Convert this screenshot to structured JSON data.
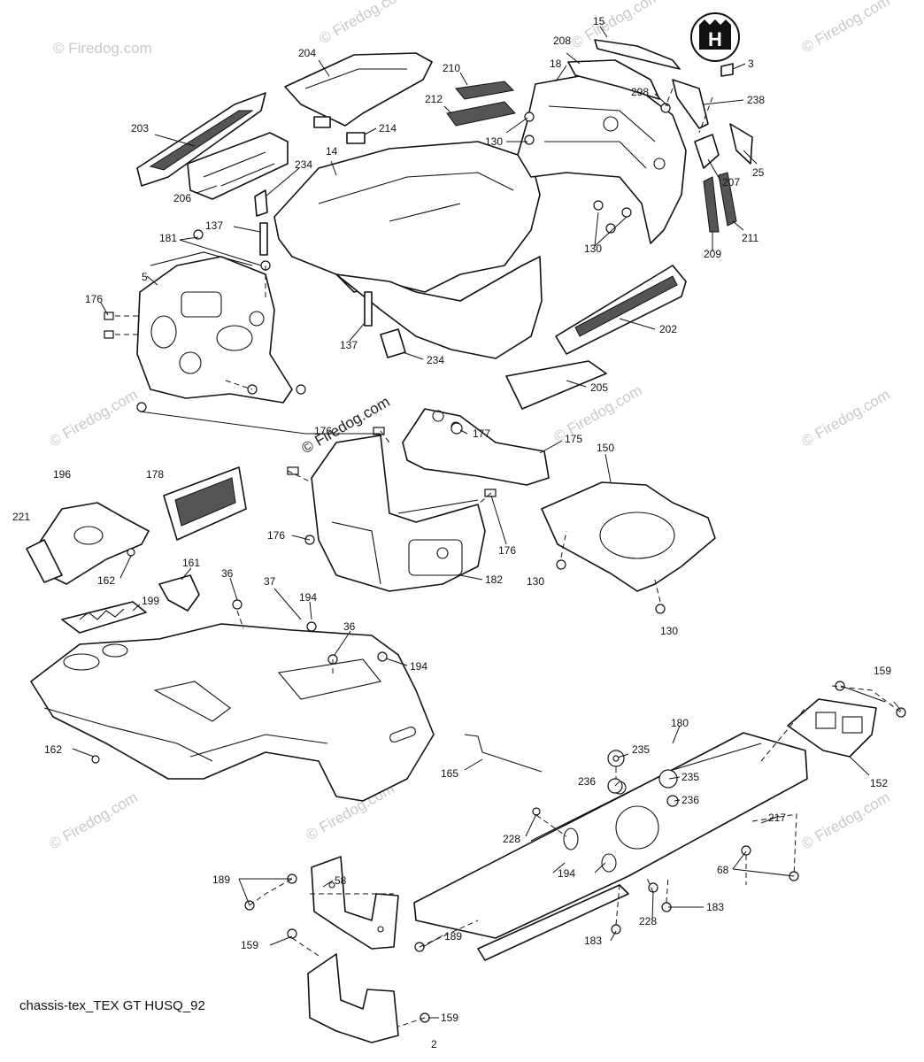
{
  "watermark": {
    "text": "© Firedog.com",
    "center_text": "© Firedog.com"
  },
  "caption": "chassis-tex_TEX GT HUSQ_92",
  "logo_letter": "H",
  "callouts": {
    "c15": "15",
    "c208": "208",
    "c3": "3",
    "c204": "204",
    "c210": "210",
    "c18": "18",
    "c212": "212",
    "c298": "298",
    "c238": "238",
    "c203": "203",
    "c214": "214",
    "c130a": "130",
    "c14": "14",
    "c234a": "234",
    "c206": "206",
    "c207": "207",
    "c25": "25",
    "c137a": "137",
    "c181": "181",
    "c130b": "130",
    "c209": "209",
    "c211": "211",
    "c5": "5",
    "c176a": "176",
    "c202": "202",
    "c137b": "137",
    "c234b": "234",
    "c205": "205",
    "c176b": "176",
    "c177": "177",
    "c175": "175",
    "c150": "150",
    "c196": "196",
    "c178": "178",
    "c221": "221",
    "c176c": "176",
    "c176d": "176",
    "c162a": "162",
    "c161": "161",
    "c36a": "36",
    "c37": "37",
    "c182": "182",
    "c130c": "130",
    "c194a": "194",
    "c130d": "130",
    "c199": "199",
    "c36b": "36",
    "c194b": "194",
    "c162b": "162",
    "c159a": "159",
    "c180": "180",
    "c235a": "235",
    "c165": "165",
    "c236a": "236",
    "c235b": "235",
    "c152": "152",
    "c236b": "236",
    "c228a": "228",
    "c217": "217",
    "c194c": "194",
    "c68": "68",
    "c189a": "189",
    "c58": "58",
    "c183a": "183",
    "c228b": "228",
    "c159b": "159",
    "c189b": "189",
    "c183b": "183",
    "c159c": "159",
    "c2": "2"
  }
}
